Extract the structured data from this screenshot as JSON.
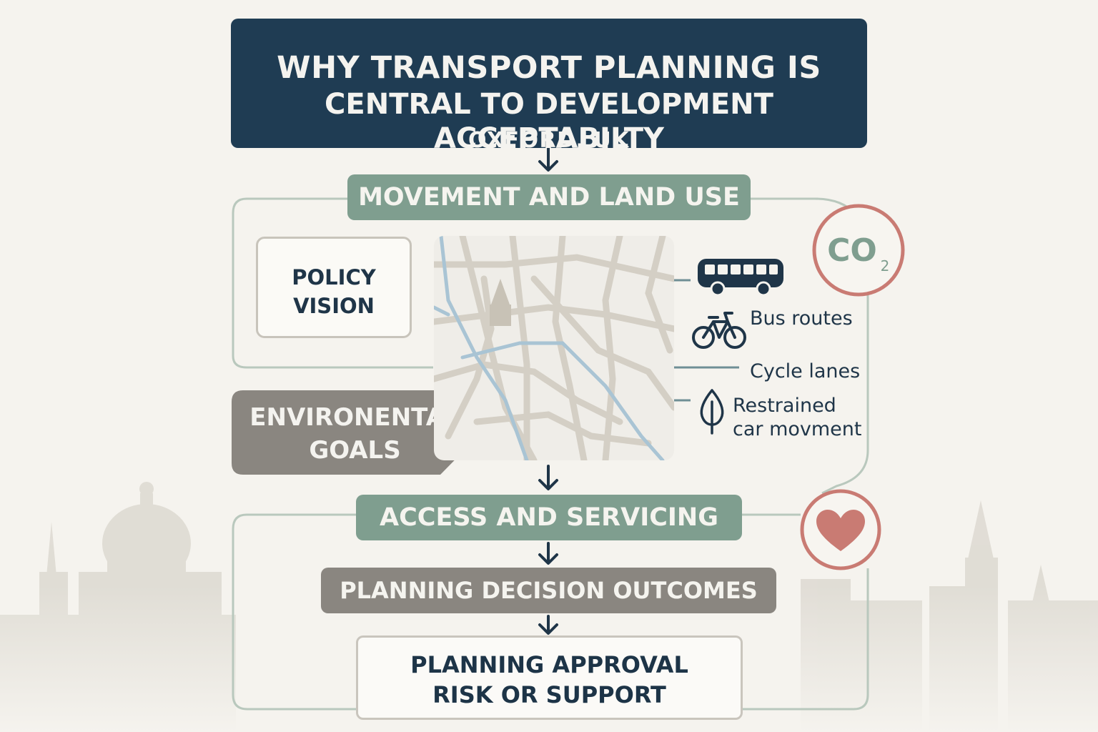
{
  "title": {
    "line1": "WHY TRANSPORT PLANNING IS",
    "line2": "CENTRAL TO DEVELOPMENT ACCEPTABILTY",
    "subtitle": "OXFORD, UK"
  },
  "sections": {
    "movement": "MOVEMENT AND LAND USE",
    "access": "ACCESS AND SERVICING",
    "outcomes": "PLANNING DECISION OUTCOMES"
  },
  "policy_vision": {
    "line1": "POLICY",
    "line2": "VISION"
  },
  "environmental_goals": {
    "line1": "ENVIRONENTAL",
    "line2": "GOALS"
  },
  "transport_modes": {
    "bus": "Bus routes",
    "cycle": "Cycle lanes",
    "car_line1": "Restrained",
    "car_line2": "car movment"
  },
  "co2_badge": {
    "letters": "CO",
    "subscript": "2"
  },
  "approval": {
    "line1": "PLANNING APPROVAL",
    "line2": "RISK OR SUPPORT"
  },
  "icons": [
    "bus-icon",
    "bicycle-icon",
    "leaf-icon",
    "co2-icon",
    "heart-icon",
    "arrow-down-icon",
    "city-map",
    "oxford-skyline"
  ],
  "colors": {
    "navy": "#1f3c53",
    "sage": "#7f9e8f",
    "grey": "#8a8680",
    "rose": "#c97b73",
    "background": "#f5f3ee"
  }
}
